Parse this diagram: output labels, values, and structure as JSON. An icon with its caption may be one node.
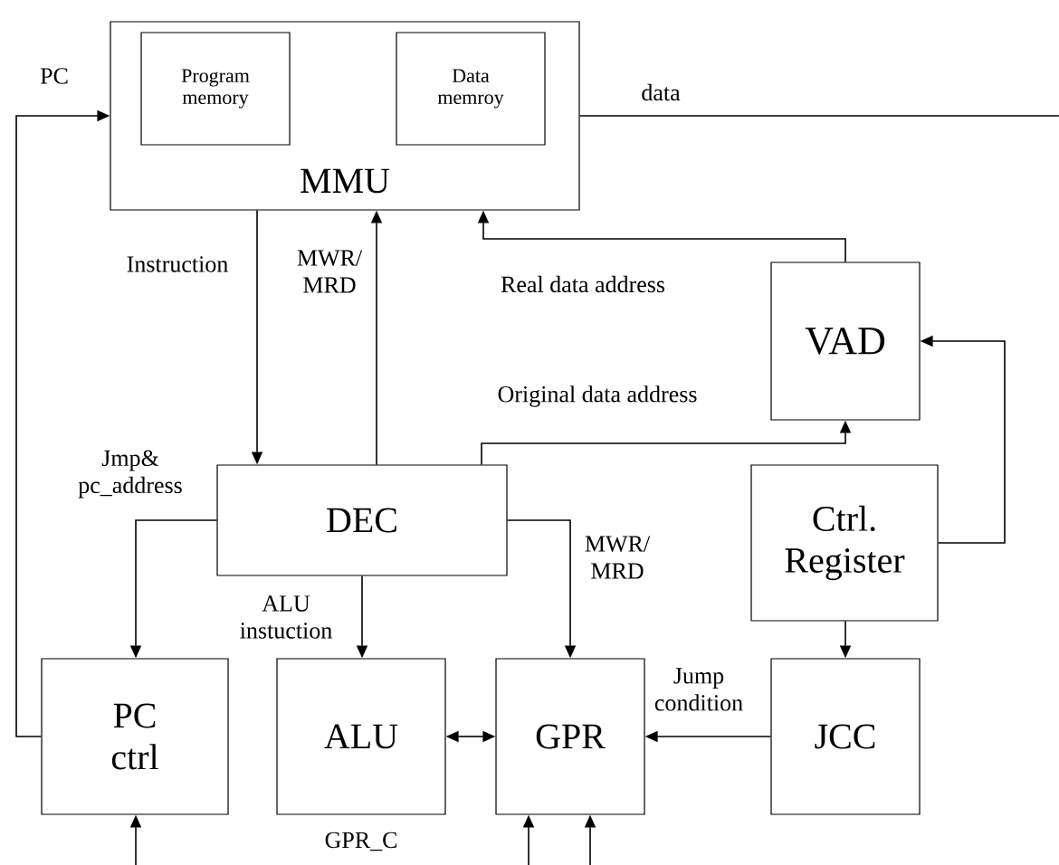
{
  "diagram": {
    "nodes": [
      {
        "text": [
          "MMU"
        ]
      },
      {
        "text": [
          "Program memory"
        ],
        "in": 0
      },
      {
        "text": [
          "Data memroy"
        ],
        "in": 0
      },
      {
        "text": [
          "VAD"
        ]
      },
      {
        "text": [
          "DEC"
        ]
      },
      {
        "text": [
          "Ctrl. Register"
        ]
      },
      {
        "text": [
          "PC ctrl"
        ]
      },
      {
        "text": [
          "ALU"
        ],
        "beside": [
          "GPR_C"
        ]
      },
      {
        "text": [
          "GPR"
        ]
      },
      {
        "text": [
          "JCC"
        ]
      }
    ],
    "edges": [
      {
        "from": 6,
        "to": 0,
        "arrow": "to",
        "label": "PC"
      },
      {
        "from": 0,
        "to": null,
        "arrow": "none",
        "label": "data"
      },
      {
        "from": 0,
        "to": 4,
        "arrow": "to",
        "label": "Instruction"
      },
      {
        "from": 4,
        "to": 0,
        "arrow": "to",
        "label": "MWR/ MRD"
      },
      {
        "from": 3,
        "to": 0,
        "arrow": "to",
        "label": "Real data address"
      },
      {
        "from": 4,
        "to": 3,
        "arrow": "to",
        "label": "Original data address"
      },
      {
        "from": 5,
        "to": 3,
        "arrow": "to"
      },
      {
        "from": 4,
        "to": 6,
        "arrow": "to",
        "label": "Jmp& pc_address"
      },
      {
        "from": 4,
        "to": 7,
        "arrow": "to",
        "label": "ALU instuction"
      },
      {
        "from": 4,
        "to": 8,
        "arrow": "to",
        "label": "MWR/ MRD"
      },
      {
        "from": 5,
        "to": 9,
        "arrow": "to"
      },
      {
        "from": 7,
        "to": 8,
        "arrow": "both"
      },
      {
        "from": 9,
        "to": 8,
        "arrow": "to",
        "label": "Jump condition"
      },
      {
        "from": null,
        "to": 6,
        "arrow": "to"
      },
      {
        "from": null,
        "to": 8,
        "arrow": "to"
      },
      {
        "from": null,
        "to": 8,
        "arrow": "to"
      }
    ]
  }
}
